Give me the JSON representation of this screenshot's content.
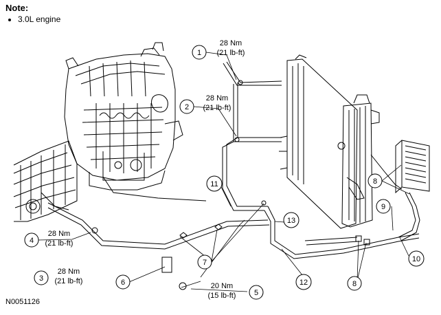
{
  "note": {
    "title": "Note:",
    "items": [
      "3.0L engine"
    ]
  },
  "callouts": [
    {
      "num": "1",
      "spec_nm": "28 Nm",
      "spec_lbft": "(21 lb-ft)"
    },
    {
      "num": "2",
      "spec_nm": "28 Nm",
      "spec_lbft": "(21 lb-ft)"
    },
    {
      "num": "3",
      "spec_nm": "28 Nm",
      "spec_lbft": "(21 lb-ft)"
    },
    {
      "num": "4",
      "spec_nm": "28 Nm",
      "spec_lbft": "(21 lb-ft)"
    },
    {
      "num": "5",
      "spec_nm": "20 Nm",
      "spec_lbft": "(15 lb-ft)"
    },
    {
      "num": "6"
    },
    {
      "num": "7"
    },
    {
      "num": "8"
    },
    {
      "num": "9"
    },
    {
      "num": "10"
    },
    {
      "num": "11"
    },
    {
      "num": "12"
    },
    {
      "num": "13"
    }
  ],
  "figure_id": "N0051126"
}
